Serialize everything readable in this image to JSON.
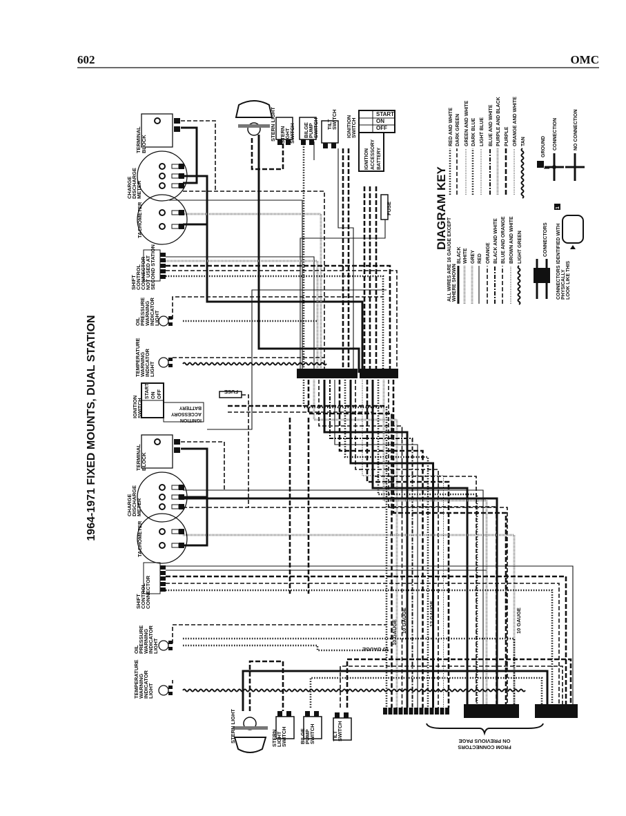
{
  "header": {
    "page_number": "602",
    "publisher": "OMC"
  },
  "title": "1964-1971 FIXED MOUNTS, DUAL STATION",
  "station1": {
    "terminal_block": [
      "TERMINAL",
      "BLOCK"
    ],
    "charge_meter": [
      "CHARGE",
      "DISCHARGE",
      "METER"
    ],
    "tachometer": [
      "TACHOMETER"
    ],
    "shift_connector": [
      "SHIFT",
      "CONTROL",
      "CONNECTOR",
      "NOT USED AT",
      "SECOND STATION"
    ],
    "oil_light": [
      "OIL",
      "PRESSURE",
      "WARNING",
      "INDICATOR",
      "LIGHT"
    ],
    "temp_light": [
      "TEMPERATURE",
      "WARNING",
      "INDICATOR",
      "LIGHT"
    ],
    "stern_light": [
      "STERN LIGHT"
    ],
    "stern_switch": [
      "STERN",
      "LIGHT",
      "SWITCH"
    ],
    "bilge_switch": [
      "BILGE",
      "PUMP",
      "SWITCH"
    ],
    "tilt_switch": [
      "TILT",
      "SWITCH"
    ],
    "ignition_switch": [
      "IGNITION",
      "SWITCH"
    ],
    "ignition_positions": [
      "START",
      "ON",
      "OFF"
    ],
    "ignition_terminals": [
      "IGNITION",
      "ACCESSORY",
      "BATTERY"
    ],
    "fuse": "FUSE"
  },
  "station2": {
    "ignition_switch": [
      "IGNITION",
      "SWITCH"
    ],
    "ignition_positions": [
      "START",
      "ON",
      "OFF"
    ],
    "ignition_terminals": [
      "BATTERY",
      "ACCESSORY",
      "IGNITION"
    ],
    "fuse": "FUSE",
    "terminal_block": [
      "TERMINAL",
      "BLOCK"
    ],
    "charge_meter": [
      "CHARGE",
      "DISCHARGE",
      "METER"
    ],
    "tachometer": [
      "TACHOMETER"
    ],
    "shift_connector": [
      "SHIFT",
      "CONTROL",
      "CONNECTOR"
    ],
    "oil_light": [
      "OIL",
      "PRESSURE",
      "WARNING",
      "INDICATOR",
      "LIGHT"
    ],
    "temp_light": [
      "TEMPERATURE",
      "WARNING",
      "INDICATOR",
      "LIGHT"
    ],
    "stern_light": [
      "STERN LIGHT"
    ],
    "stern_switch": [
      "STERN",
      "LIGHT",
      "SWITCH"
    ],
    "bilge_switch": [
      "BILGE",
      "PUMP",
      "SWITCH"
    ],
    "tilt_switch": [
      "TILT",
      "SWITCH"
    ]
  },
  "gauges": [
    "10 GAUGE",
    "10 GAUGE",
    "12 GAUGE",
    "10 GAUGE",
    "10 GAUGE"
  ],
  "from_connectors": [
    "FROM CONNECTORS",
    "ON PREVIOUS PAGE"
  ],
  "key": {
    "title": "DIAGRAM KEY",
    "subtitle": [
      "ALL WIRES ARE 16 GAUGE EXCEPT",
      "WHERE SHOWN"
    ],
    "left_items": [
      "BLACK",
      "WHITE",
      "GREY",
      "RED",
      "ORANGE",
      "BLACK AND WHITE",
      "BLUE AND ORANGE",
      "BROWN AND WHITE",
      "LIGHT GREEN"
    ],
    "right_items": [
      "RED AND WHITE",
      "DARK GREEN",
      "GREEN AND WHITE",
      "DARK BLUE",
      "LIGHT BLUE",
      "BLUE AND WHITE",
      "PURPLE AND BLACK",
      "PURPLE",
      "ORANGE AND WHITE",
      "TAN"
    ],
    "ground": "GROUND",
    "connection": "CONNECTION",
    "no_connection": "NO CONNECTION",
    "connectors": "CONNECTORS",
    "connectors_note": [
      "CONNECTORS IDENTIFIED WITH",
      "PHYSICALLY",
      "LOOK LIKE THIS"
    ],
    "connector_badge": "1"
  }
}
